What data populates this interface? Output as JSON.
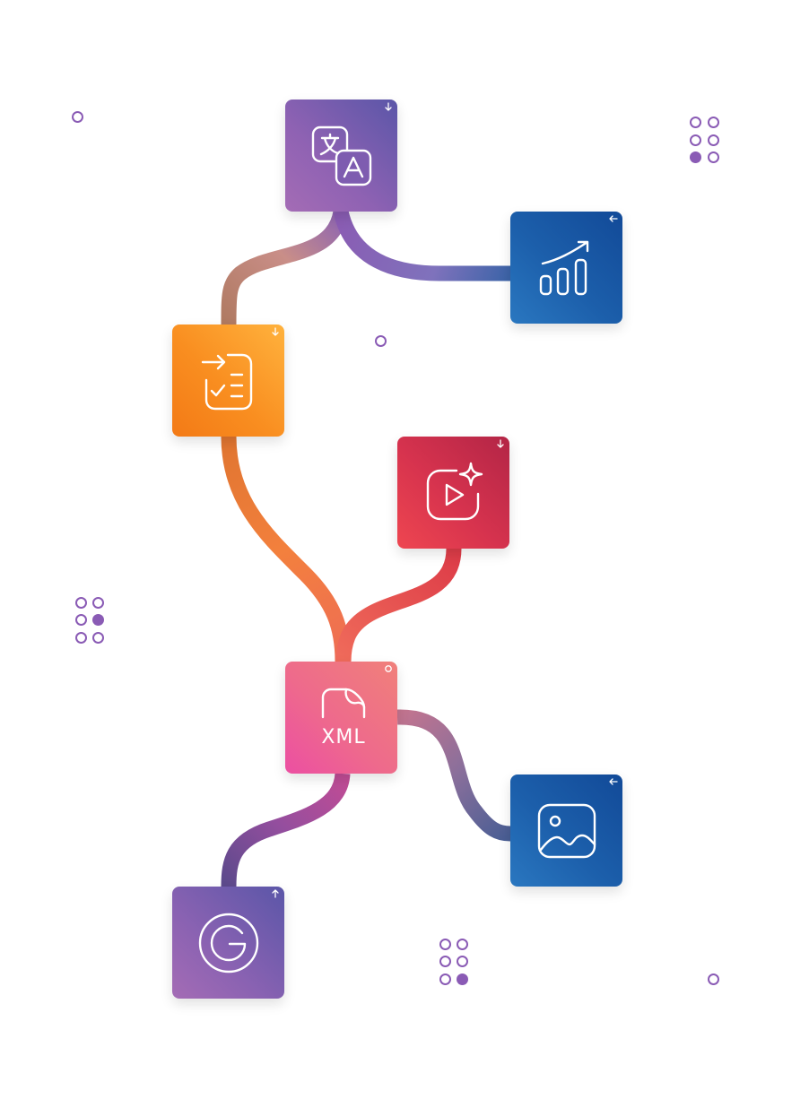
{
  "diagram": {
    "nodes": [
      {
        "id": "translate",
        "icon": "translate-icon",
        "corner_icon": "arrow-down-icon"
      },
      {
        "id": "chart",
        "icon": "bar-chart-icon",
        "corner_icon": "arrow-left-icon"
      },
      {
        "id": "tasks",
        "icon": "task-list-icon",
        "corner_icon": "arrow-down-icon"
      },
      {
        "id": "video",
        "icon": "video-sparkle-icon",
        "corner_icon": "arrow-down-icon"
      },
      {
        "id": "xml",
        "icon": "xml-file-icon",
        "corner_icon": "circle-icon",
        "label": "XML"
      },
      {
        "id": "image",
        "icon": "image-icon",
        "corner_icon": "arrow-left-icon"
      },
      {
        "id": "google",
        "icon": "google-icon",
        "corner_icon": "arrow-up-icon"
      }
    ],
    "edges": [
      {
        "from": "translate",
        "to": "tasks"
      },
      {
        "from": "translate",
        "to": "chart"
      },
      {
        "from": "tasks",
        "to": "xml"
      },
      {
        "from": "video",
        "to": "xml"
      },
      {
        "from": "xml",
        "to": "image"
      },
      {
        "from": "xml",
        "to": "google"
      }
    ],
    "colors": {
      "purple": "#8a5bb5",
      "blue": "#1c5fab",
      "orange": "#f98e20",
      "red": "#d7334e",
      "pink": "#ee6a8c"
    }
  }
}
